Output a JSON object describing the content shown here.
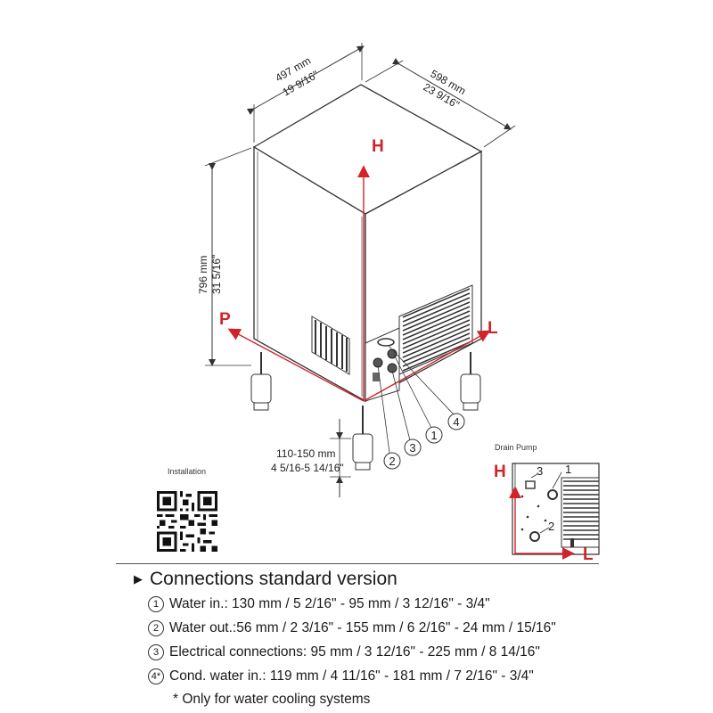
{
  "dimensions": {
    "width_mm": "497 mm",
    "width_in": "19 9/16\"",
    "depth_mm": "598 mm",
    "depth_in": "23 9/16\"",
    "height_mm": "796 mm",
    "height_in": "31 5/16\"",
    "feet_mm": "110-150 mm",
    "feet_in": "4 5/16-5 14/16\""
  },
  "axes": {
    "h": "H",
    "p": "P",
    "l": "L"
  },
  "callouts": [
    "2",
    "3",
    "1",
    "4"
  ],
  "detail": {
    "title": "Drain Pump",
    "h": "H",
    "l": "L",
    "labels": [
      "3",
      "1",
      "2"
    ]
  },
  "installation_label": "Installation",
  "section_title": "Connections standard version",
  "connections": [
    {
      "num": "1",
      "text": "Water in.: 130 mm / 5 2/16\" - 95 mm / 3 12/16\" - 3/4\""
    },
    {
      "num": "2",
      "text": "Water out.:56 mm / 2 3/16\" - 155 mm / 6 2/16\" - 24 mm / 15/16\""
    },
    {
      "num": "3",
      "text": "Electrical connections: 95 mm / 3 12/16\" - 225 mm / 8 14/16\""
    },
    {
      "num": "4*",
      "text": "Cond. water in.: 119 mm / 4 11/16\" - 181 mm / 7 2/16\" - 3/4\""
    }
  ],
  "footnote": "* Only for water cooling systems",
  "colors": {
    "accent": "#d2232a",
    "line": "#333333"
  }
}
